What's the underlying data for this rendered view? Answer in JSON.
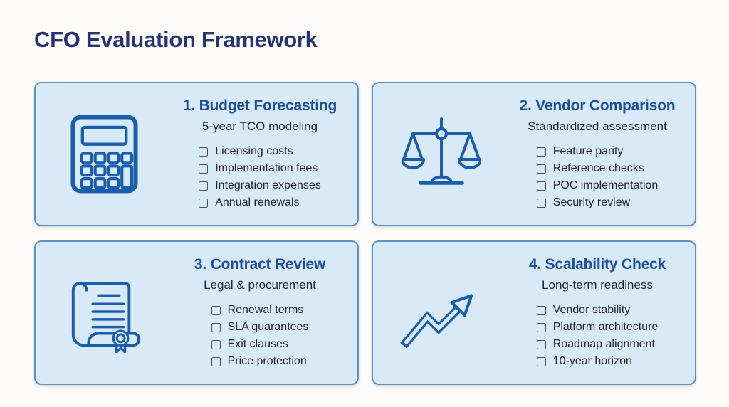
{
  "page": {
    "title": "CFO Evaluation Framework"
  },
  "colors": {
    "accent_icon_stroke": "#1a5dab",
    "card_background": "#d8e9f8",
    "card_border": "#5e92c2",
    "page_title_navy": "#283472",
    "card_title_blue": "#1d4f9e",
    "body_text": "#21252b",
    "checkbox_outline": "#4d5258",
    "page_background": "#fcfbf9"
  },
  "cards": [
    {
      "slug": "budget-forecasting",
      "icon": "calculator-icon",
      "title": "1. Budget Forecasting",
      "subtitle": "5-year TCO modeling",
      "items": [
        "Licensing costs",
        "Implementation fees",
        "Integration expenses",
        "Annual renewals"
      ]
    },
    {
      "slug": "vendor-comparison",
      "icon": "balance-scale-icon",
      "title": "2. Vendor Comparison",
      "subtitle": "Standardized assessment",
      "items": [
        "Feature parity",
        "Reference checks",
        "POC implementation",
        "Security review"
      ]
    },
    {
      "slug": "contract-review",
      "icon": "contract-scroll-icon",
      "title": "3. Contract Review",
      "subtitle": "Legal & procurement",
      "items": [
        "Renewal terms",
        "SLA guarantees",
        "Exit clauses",
        "Price protection"
      ]
    },
    {
      "slug": "scalability-check",
      "icon": "trend-up-arrow-icon",
      "title": "4. Scalability Check",
      "subtitle": "Long-term readiness",
      "items": [
        "Vendor stability",
        "Platform architecture",
        "Roadmap alignment",
        "10-year horizon"
      ]
    }
  ]
}
